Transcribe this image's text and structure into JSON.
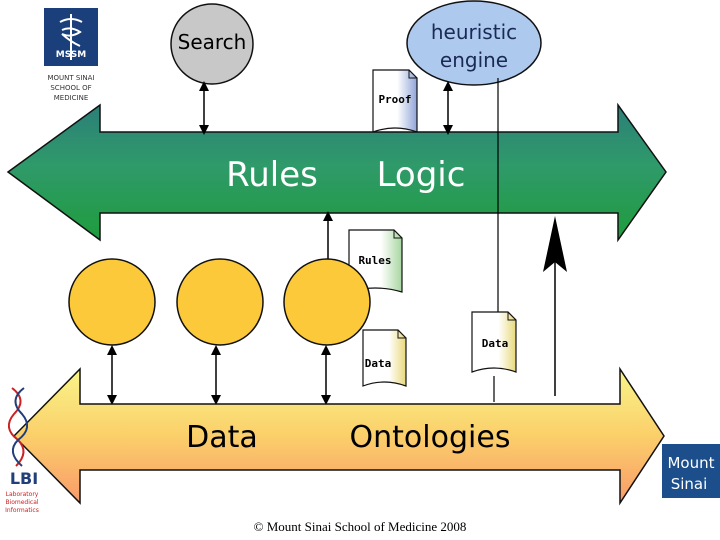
{
  "diagram": {
    "search_label": "Search",
    "heuristic_label_line1": "heuristic",
    "heuristic_label_line2": "engine",
    "proof_doc_label": "Proof",
    "rules_arrow": {
      "left_label": "Rules",
      "right_label": "Logic"
    },
    "rules_doc_label": "Rules",
    "data_doc_label_1": "Data",
    "data_doc_label_2": "Data",
    "data_arrow": {
      "left_label": "Data",
      "right_label": "Ontologies"
    }
  },
  "logos": {
    "msm_text": "MSSM",
    "msm_caption": [
      "MOUNT SINAI",
      "SCHOOL OF",
      "MEDICINE"
    ],
    "lbi_text": "LBI",
    "lbi_caption": [
      "Laboratory",
      "Biomedical",
      "Informatics"
    ],
    "mount_sinai": [
      "Mount",
      "Sinai"
    ]
  },
  "footer": {
    "copyright": "© Mount Sinai School of Medicine 2008"
  },
  "colors": {
    "search_fill": "#c8c8c8",
    "heuristic_fill": "#aec9ee",
    "circle_fill": "#fcc93a",
    "rules_arrow_dark": "#2b8a68",
    "rules_arrow_light": "#3ab86a",
    "data_arrow_top": "#f8f07a",
    "data_arrow_bottom": "#f9a070",
    "mount_sinai_blue": "#1b4e8b"
  }
}
